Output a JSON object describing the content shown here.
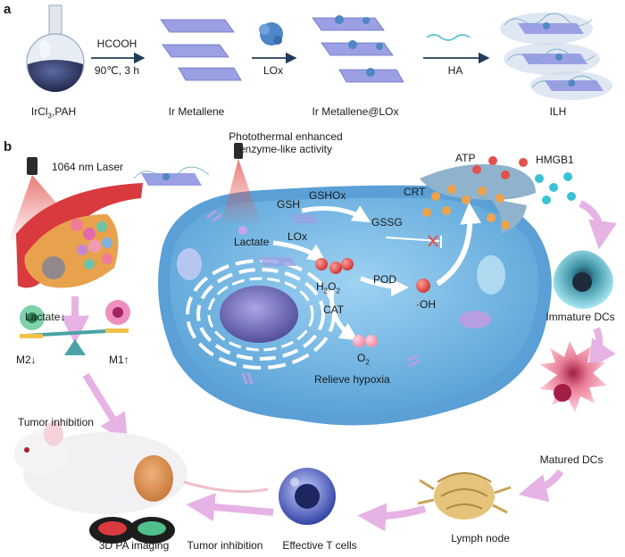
{
  "panel_a": {
    "label": "a",
    "reagent_1": "HCOOH",
    "condition_1": "90℃, 3 h",
    "reagent_2": "LOx",
    "reagent_3": "HA",
    "stage_1": "IrCl3,PAH",
    "stage_2": "Ir Metallene",
    "stage_3": "Ir Metallene@LOx",
    "stage_4": "ILH"
  },
  "panel_b": {
    "label": "b",
    "laser": "1064 nm Laser",
    "photothermal": "Photothermal enhanced",
    "enzyme_like": "enzyme-like activity",
    "lactate_down": "Lactate↓",
    "m2": "M2↓",
    "m1": "M1↑",
    "tumor_inhibition_1": "Tumor inhibition",
    "pa_imaging": "3D PA imaging",
    "tumor_inhibition_2": "Tumor inhibition",
    "effective_t": "Effective T cells",
    "lymph_node": "Lymph node",
    "matured_dcs": "Matured DCs",
    "immature_dcs": "Immature DCs",
    "atp": "ATP",
    "hmgb1": "HMGB1",
    "crt": "CRT",
    "gsh": "GSH",
    "gshox": "GSHOx",
    "gssg": "GSSG",
    "lactate": "Lactate",
    "lox": "LOx",
    "h2o2": "H2O2",
    "pod": "POD",
    "oh": "·OH",
    "cat": "CAT",
    "o2": "O2",
    "relieve": "Relieve hypoxia"
  },
  "colors": {
    "cell": "#6fb3e0",
    "cell_dark": "#3f86bf",
    "flask": "#2f3b68",
    "metallene": "#8a8fd9",
    "lox": "#4f86c6",
    "arrow_dark": "#1f3b5a",
    "arrow_pink": "#e7b2e4",
    "red": "#e2504d",
    "atp": "#f0a24a",
    "hmgb1": "#39c2d6"
  }
}
